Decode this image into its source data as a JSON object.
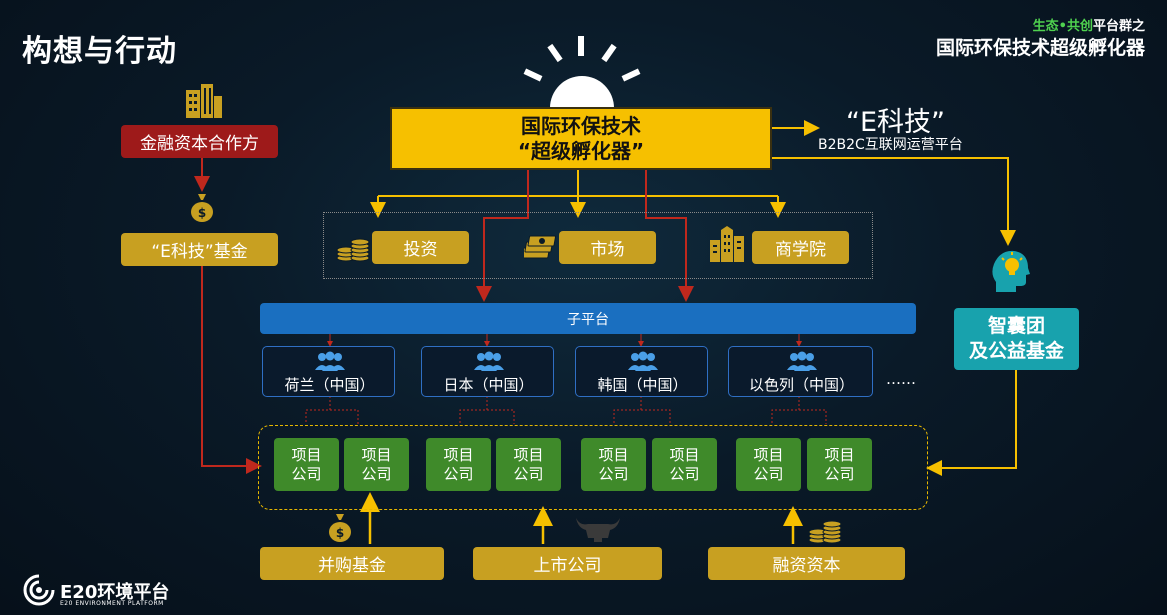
{
  "header": {
    "title": "构想与行动",
    "subtitle_green": "生态•共创",
    "subtitle_white": "平台群之",
    "brand_title": "国际环保技术超级孵化器"
  },
  "center": {
    "line1": "国际环保技术",
    "line2": "“超级孵化器”"
  },
  "e_tech": {
    "title": "“E科技”",
    "subtitle": "B2B2C互联网运营平台"
  },
  "left": {
    "finance": "金融资本合作方",
    "fund": "“E科技”基金"
  },
  "services": [
    "投资",
    "市场",
    "商学院"
  ],
  "sub_platform": "子平台",
  "countries": [
    "荷兰（中国）",
    "日本（中国）",
    "韩国（中国）",
    "以色列（中国）"
  ],
  "countries_more": "……",
  "project_company": "项目\n公司",
  "think_tank": "智囊团\n及公益基金",
  "bottom": [
    "并购基金",
    "上市公司",
    "融资资本"
  ],
  "footer_logo": {
    "name": "E20环境平台",
    "sub": "E20 ENVIRONMENT PLATFORM"
  },
  "colors": {
    "gold": "#c8a021",
    "bright_yellow": "#f6c000",
    "red": "#9e1a1a",
    "green": "#3f8a2a",
    "blue": "#1a6fc0",
    "teal": "#18a2ad"
  }
}
